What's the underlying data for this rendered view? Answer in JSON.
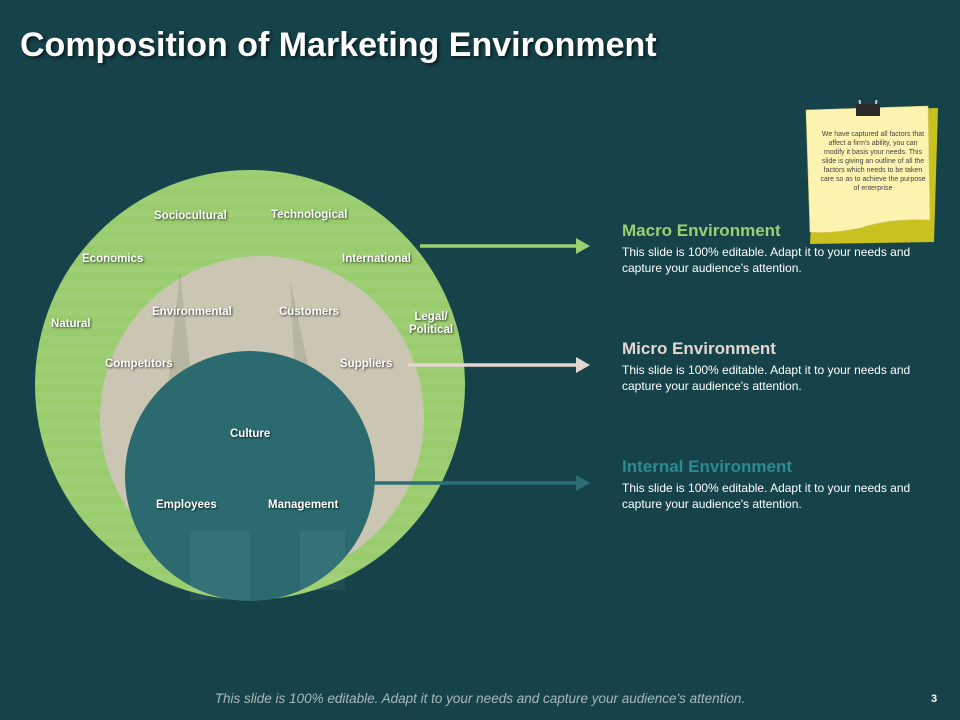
{
  "title": "Composition of Marketing Environment",
  "colors": {
    "background": "#16434a",
    "macro": "#9ccf6e",
    "micro": "#e3d6d0",
    "internal": "#2c6e74",
    "note": "#fdf3b0",
    "note_back": "#c9c11f"
  },
  "diagram": {
    "macro_factors": [
      "Sociocultural",
      "Technological",
      "Economics",
      "International",
      "Natural",
      "Legal/ Political"
    ],
    "micro_factors": [
      "Environmental",
      "Customers",
      "Competitors",
      "Suppliers"
    ],
    "internal_factors": [
      "Culture",
      "Employees",
      "Management"
    ]
  },
  "sections": [
    {
      "heading": "Macro Environment",
      "desc": "This slide is 100% editable. Adapt it to your needs and capture your audience's attention.",
      "color": "#9ccf6e"
    },
    {
      "heading": "Micro Environment",
      "desc": "This slide is 100% editable. Adapt it to your needs and capture your audience's attention.",
      "color": "#e3d6d0"
    },
    {
      "heading": "Internal Environment",
      "desc": "This slide is 100% editable. Adapt it to your needs and capture your audience's attention.",
      "color": "#2c8a91"
    }
  ],
  "note": {
    "text": "We have captured all factors that affect a firm's ability, you can modify it basis your needs. This slide is giving an outline of all the factors which needs to be taken care so as to achieve the purpose of enterprise",
    "icon": "binder-clip-icon"
  },
  "footer": "This slide is 100% editable. Adapt it to your needs and capture your audience's attention.",
  "page_number": "3"
}
